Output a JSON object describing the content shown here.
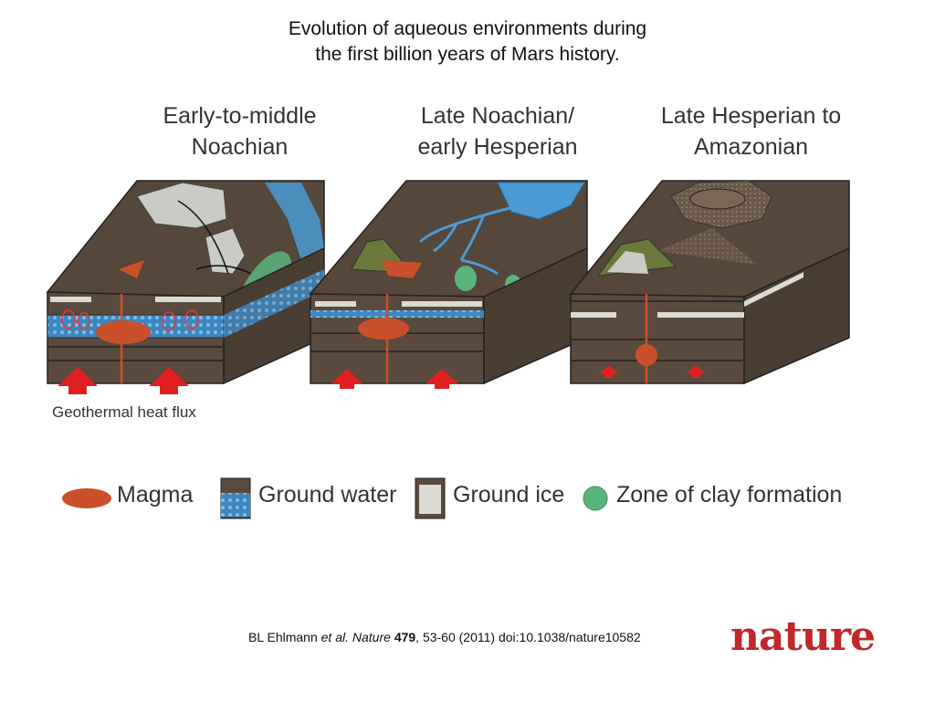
{
  "title": {
    "line1": "Evolution of aqueous environments during",
    "line2": "the first billion years of Mars history."
  },
  "panels": [
    {
      "line1": "Early-to-middle",
      "line2": "Noachian"
    },
    {
      "line1": "Late Noachian/",
      "line2": "early Hesperian"
    },
    {
      "line1": "Late Hesperian to",
      "line2": "Amazonian"
    }
  ],
  "heat_flux_label": "Geothermal heat flux",
  "legend": {
    "magma": "Magma",
    "ground_water": "Ground water",
    "ground_ice": "Ground ice",
    "clay": "Zone of clay formation"
  },
  "citation": {
    "authors": "BL Ehlmann ",
    "etal": "et al.",
    "journal": "Nature",
    "volume": "479",
    "pages": ", 53-60 (2011) doi:10.1038/nature10582"
  },
  "logo_text": "nature",
  "colors": {
    "soil": "#5a4a3d",
    "soil_dark": "#3f342b",
    "magma": "#c9502a",
    "water": "#4a9bd6",
    "ice": "#dcdad3",
    "clay": "#5ab57a"
  }
}
